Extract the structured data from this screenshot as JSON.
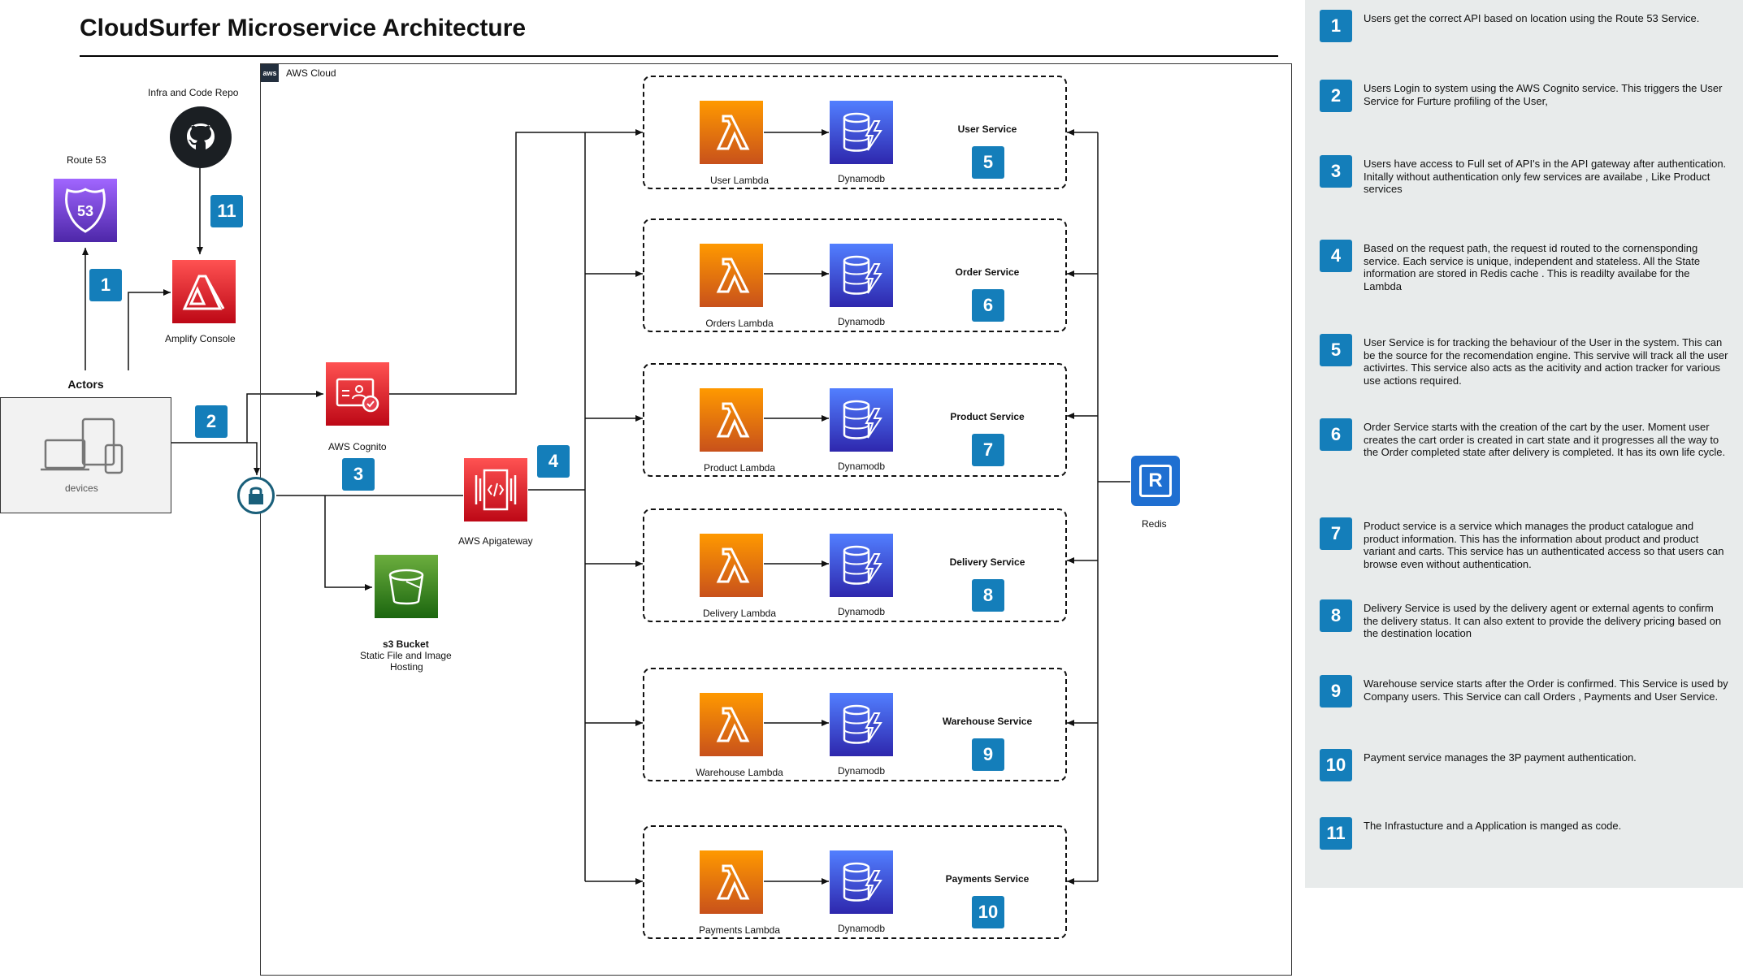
{
  "title": "CloudSurfer Microservice Architecture",
  "aws_cloud_label": "AWS Cloud",
  "aws_badge": "aws",
  "colors": {
    "badge_blue": "#147eba",
    "lambda_orange": "#ff9900",
    "dynamo_blue": "#3b48cc",
    "route53_purple": "#8c4fff",
    "amplify_red": "#dd344c",
    "s3_green": "#3f8624",
    "redis_blue": "#1f6fd1",
    "panel_gray": "#e8ebeb"
  },
  "left": {
    "route53_label": "Route 53",
    "route53_icon": "route53-shield-icon",
    "route53_text": "53",
    "repo_label": "Infra and Code Repo",
    "repo_icon": "github-icon",
    "amplify_label": "Amplify Console",
    "amplify_icon": "amplify-icon",
    "actors_label": "Actors",
    "devices_label": "devices",
    "devices_icon": "devices-icon"
  },
  "middle": {
    "cognito_label": "AWS Cognito",
    "cognito_icon": "cognito-icon",
    "apigw_label": "AWS Apigateway",
    "apigw_icon": "api-gateway-icon",
    "s3_label": "s3 Bucket",
    "s3_sub1": "Static File and Image",
    "s3_sub2": "Hosting",
    "s3_icon": "s3-bucket-icon",
    "lock_icon": "lock-icon",
    "redis_label": "Redis",
    "redis_icon": "redis-icon",
    "redis_letter": "R"
  },
  "badges": {
    "b1": "1",
    "b2": "2",
    "b3": "3",
    "b4": "4",
    "b11": "11"
  },
  "services": [
    {
      "name": "User Service",
      "lambda": "User Lambda",
      "db": "Dynamodb",
      "num": "5"
    },
    {
      "name": "Order Service",
      "lambda": "Orders Lambda",
      "db": "Dynamodb",
      "num": "6"
    },
    {
      "name": "Product Service",
      "lambda": "Product Lambda",
      "db": "Dynamodb",
      "num": "7"
    },
    {
      "name": "Delivery Service",
      "lambda": "Delivery Lambda",
      "db": "Dynamodb",
      "num": "8"
    },
    {
      "name": "Warehouse Service",
      "lambda": "Warehouse  Lambda",
      "db": "Dynamodb",
      "num": "9"
    },
    {
      "name": "Payments Service",
      "lambda": "Payments Lambda",
      "db": "Dynamodb",
      "num": "10"
    }
  ],
  "notes": [
    {
      "num": "1",
      "text": "Users get the correct API based on location using the Route 53 Service."
    },
    {
      "num": "2",
      "text": "Users Login to system using the AWS Cognito service. This triggers the User Service for Furture profiling of the User,"
    },
    {
      "num": "3",
      "text": "Users have access to Full set of API's in the API gateway after authentication. Initally without authentication only few services are availabe , Like Product services"
    },
    {
      "num": "4",
      "text": "Based on the request path, the request id routed to the cornensponding service. Each service is unique, independent and stateless. All the State information are stored in Redis cache . This is readilty availabe for the Lambda"
    },
    {
      "num": "5",
      "text": "User Service is for tracking the behaviour of the User in the system. This can be the source for the recomendation engine. This servive will track all the user activirtes. This service also acts as the acitivity and action tracker for various use actions required."
    },
    {
      "num": "6",
      "text": "Order Service starts with the creation of the cart by the user. Moment user creates the cart order is created in cart state and it progresses all the way to the Order completed state after delivery is completed. It has its own life cycle."
    },
    {
      "num": "7",
      "text": "Product service is a service which manages the product catalogue and product information. This has the information about product and product variant and carts. This service has un authenticated access so that users can browse even without authentication."
    },
    {
      "num": "8",
      "text": "Delivery Service is used by the delivery agent or external agents to confirm the delivery status. It can also extent to provide the delivery pricing based on the destination location"
    },
    {
      "num": "9",
      "text": "Warehouse service starts after the Order is confirmed. This Service is used by Company users. This Service can call Orders , Payments and User Service."
    },
    {
      "num": "10",
      "text": "Payment service manages the 3P payment authentication."
    },
    {
      "num": "11",
      "text": "The Infrastucture and a Application is manged as code."
    }
  ]
}
